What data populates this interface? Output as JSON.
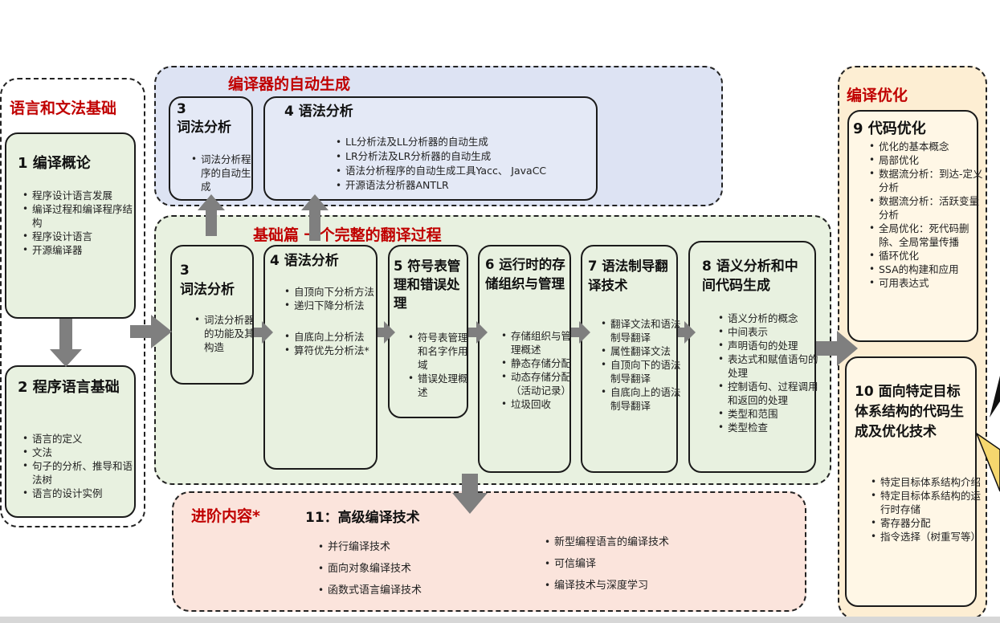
{
  "regions": {
    "language": {
      "title": "语言和文法基础"
    },
    "autogen": {
      "title": "编译器的自动生成"
    },
    "basic": {
      "title": "基础篇  一个完整的翻译过程"
    },
    "advanced": {
      "title": "进阶内容*"
    },
    "optimize": {
      "title": "编译优化"
    }
  },
  "boxes": {
    "intro": {
      "title": "1 编译概论",
      "items": [
        "程序设计语言发展",
        "编译过程和编译程序结构",
        "程序设计语言",
        "开源编译器"
      ]
    },
    "lang_basics": {
      "title": "2 程序语言基础",
      "items": [
        "语言的定义",
        "文法",
        "句子的分析、推导和语法树",
        "语言的设计实例"
      ]
    },
    "auto_lex": {
      "title_num": "3",
      "title": "词法分析",
      "items": [
        "词法分析程序的自动生成"
      ]
    },
    "auto_syntax": {
      "title": "4 语法分析",
      "items": [
        "LL分析法及LL分析器的自动生成",
        "LR分析法及LR分析器的自动生成",
        "语法分析程序的自动生成工具Yacc、 JavaCC",
        "开源语法分析器ANTLR"
      ]
    },
    "lex": {
      "title_num": "3",
      "title": "词法分析",
      "items": [
        "词法分析器的功能及其构造"
      ]
    },
    "syntax": {
      "title": "4 语法分析",
      "items": [
        "自顶向下分析方法",
        "递归下降分析法",
        "自底向上分析法",
        "算符优先分析法*"
      ]
    },
    "symbol": {
      "title": "5 符号表管理和错误处理",
      "items": [
        "符号表管理和名字作用域",
        "错误处理概述"
      ]
    },
    "runtime": {
      "title": "6 运行时的存储组织与管理",
      "items": [
        "存储组织与管理概述",
        "静态存储分配",
        "动态存储分配（活动记录）",
        "垃圾回收"
      ]
    },
    "sdt": {
      "title": "7 语法制导翻译技术",
      "items": [
        "翻译文法和语法制导翻译",
        "属性翻译文法",
        "自顶向下的语法制导翻译",
        "自底向上的语法制导翻译"
      ]
    },
    "semantic": {
      "title": "8 语义分析和中间代码生成",
      "items": [
        "语义分析的概念",
        "中间表示",
        "声明语句的处理",
        "表达式和赋值语句的处理",
        "控制语句、过程调用和返回的处理",
        "类型和范围",
        "类型检查"
      ]
    },
    "opt": {
      "title": "9 代码优化",
      "items": [
        "优化的基本概念",
        "局部优化",
        "数据流分析：到达-定义分析",
        "数据流分析：活跃变量分析",
        "全局优化：死代码删除、全局常量传播",
        "循环优化",
        "SSA的构建和应用",
        "可用表达式"
      ]
    },
    "target": {
      "title": "10 面向特定目标体系结构的代码生成及优化技术",
      "items": [
        "特定目标体系结构介绍",
        "特定目标体系结构的运行时存储",
        "寄存器分配",
        "指令选择（树重写等）"
      ]
    },
    "advanced": {
      "title": "11：高级编译技术",
      "items_left": [
        "并行编译技术",
        "面向对象编译技术",
        "函数式语言编译技术"
      ],
      "items_right": [
        "新型编程语言的编译技术",
        "可信编译",
        "编译技术与深度学习"
      ]
    }
  },
  "colors": {
    "red_title": "#c00000",
    "green_fill": "#e8f1e0",
    "blue_fill": "#e4e9f6",
    "pink_fill": "#fbe6df",
    "yellow_fill": "#fff7e6",
    "arrow": "#7f7f7f"
  }
}
